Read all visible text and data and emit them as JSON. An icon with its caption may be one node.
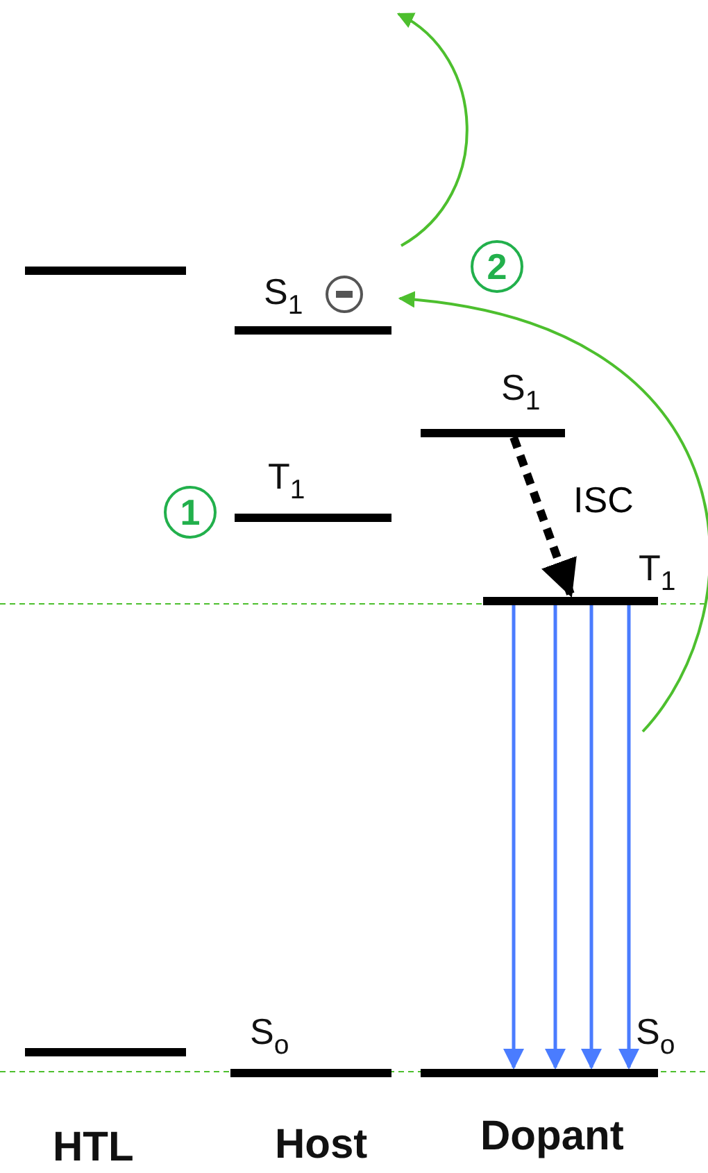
{
  "diagram": {
    "nodes": [
      {
        "text": [],
        "shape": "bar"
      },
      {
        "text": [],
        "shape": "bar"
      },
      {
        "text": [
          "S$_{1}$"
        ]
      },
      {
        "text": [
          "T$_{1}$"
        ]
      },
      {
        "text": [
          "S$_{o}$"
        ]
      },
      {
        "text": [
          "S$_{1}$"
        ]
      },
      {
        "text": [
          "T$_{1}$"
        ]
      },
      {
        "text": [
          "S$_{o}$"
        ]
      }
    ],
    "edges": [
      {
        "from": 5,
        "to": 6,
        "arrow": "to",
        "label": "ISC",
        "style": "dashed",
        "color": "#000000"
      },
      {
        "from": 6,
        "to": 7,
        "arrow": "to",
        "color": "#4a7cff"
      },
      {
        "from": 6,
        "to": 7,
        "arrow": "to",
        "color": "#4a7cff"
      },
      {
        "from": 6,
        "to": 7,
        "arrow": "to",
        "color": "#4a7cff"
      },
      {
        "from": 6,
        "to": 7,
        "arrow": "to",
        "color": "#4a7cff"
      },
      {
        "from": null,
        "to": 2,
        "arrow": "to",
        "color": "#4dbf2e"
      },
      {
        "from": 2,
        "to": null,
        "arrow": "to",
        "color": "#4dbf2e"
      }
    ],
    "labels": [
      "2",
      "1",
      "HTL",
      "Host",
      "Dopant"
    ]
  }
}
